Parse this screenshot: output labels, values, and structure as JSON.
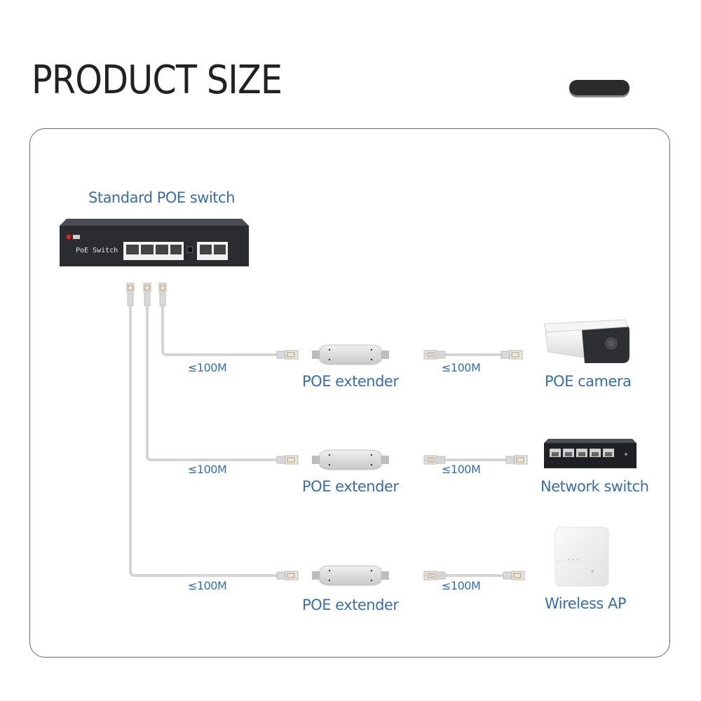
{
  "header": {
    "title": "PRODUCT SIZE",
    "decoration": "pill-bar"
  },
  "diagram": {
    "source": {
      "label": "Standard POE switch",
      "device_text": "PoE Switch",
      "icon": "poe-switch-icon"
    },
    "rows": [
      {
        "distance_left": "≤100M",
        "extender_label": "POE extender",
        "distance_right": "≤100M",
        "device_label": "POE camera",
        "device_icon": "bullet-camera-icon"
      },
      {
        "distance_left": "≤100M",
        "extender_label": "POE extender",
        "distance_right": "≤100M",
        "device_label": "Network switch",
        "device_icon": "network-switch-icon"
      },
      {
        "distance_left": "≤100M",
        "extender_label": "POE extender",
        "distance_right": "≤100M",
        "device_label": "Wireless AP",
        "device_icon": "wireless-ap-icon"
      }
    ],
    "colors": {
      "label_blue": "#3a6ea8",
      "cable_gray": "#d4d4d4",
      "switch_body": "#2a2c30"
    }
  }
}
